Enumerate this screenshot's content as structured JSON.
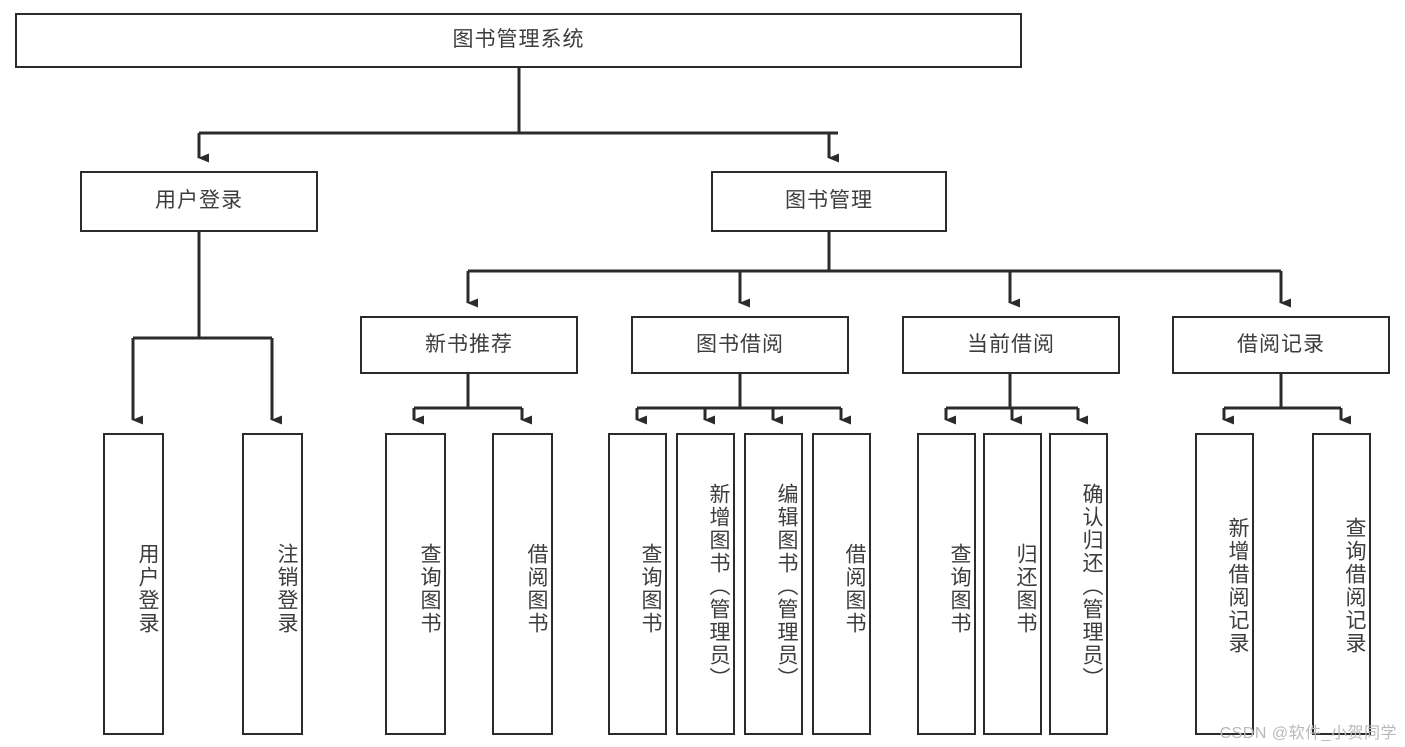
{
  "diagram": {
    "type": "tree",
    "title": "图书管理系统",
    "colors": {
      "stroke": "#2b2b2b",
      "fill": "#ffffff",
      "text": "#3d3d3d",
      "watermark": "#b9b9b9"
    },
    "root": {
      "label": "图书管理系统"
    },
    "level2": [
      {
        "label": "用户登录"
      },
      {
        "label": "图书管理"
      }
    ],
    "level3": [
      {
        "label": "新书推荐"
      },
      {
        "label": "图书借阅"
      },
      {
        "label": "当前借阅"
      },
      {
        "label": "借阅记录"
      }
    ],
    "leaves": {
      "user_login": [
        {
          "label": "用户登录"
        },
        {
          "label": "注销登录"
        }
      ],
      "new_book": [
        {
          "label": "查询图书"
        },
        {
          "label": "借阅图书"
        }
      ],
      "book_borrow": [
        {
          "label": "查询图书"
        },
        {
          "label": "新增图书（管理员）"
        },
        {
          "label": "编辑图书（管理员）"
        },
        {
          "label": "借阅图书"
        }
      ],
      "current_borrow": [
        {
          "label": "查询图书"
        },
        {
          "label": "归还图书"
        },
        {
          "label": "确认归还（管理员）"
        }
      ],
      "borrow_record": [
        {
          "label": "新增借阅记录"
        },
        {
          "label": "查询借阅记录"
        }
      ]
    }
  },
  "watermark": {
    "text": "CSDN @软件_小贺同学"
  }
}
